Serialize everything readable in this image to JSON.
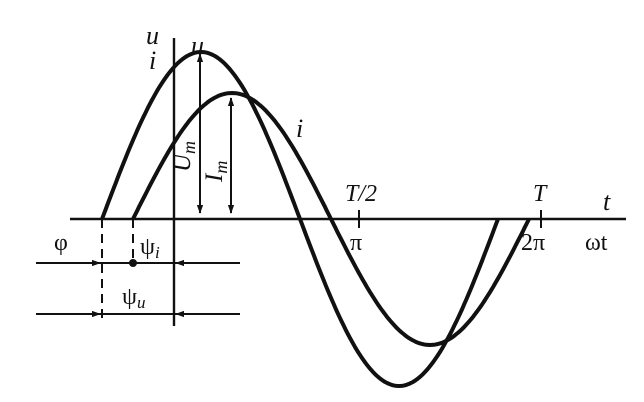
{
  "axes": {
    "y_label_top": "u",
    "y_label_bottom": "i",
    "x_label_time": "t",
    "x_label_angle": "ωt"
  },
  "curves": {
    "u_label": "u",
    "i_label": "i"
  },
  "amplitudes": {
    "voltage": "U",
    "voltage_sub": "m",
    "current": "I",
    "current_sub": "m"
  },
  "ticks": {
    "half_period": "T/2",
    "pi": "π",
    "period": "T",
    "two_pi": "2π"
  },
  "phases": {
    "phi": "φ",
    "psi_i": "ψ",
    "psi_i_sub": "i",
    "psi_u": "ψ",
    "psi_u_sub": "u"
  }
}
